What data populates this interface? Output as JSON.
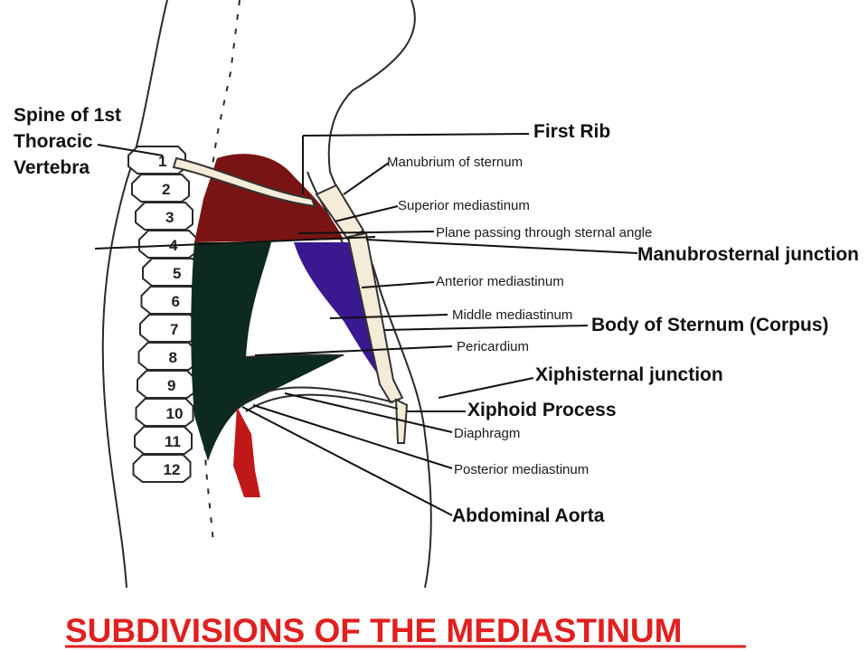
{
  "title": "SUBDIVISIONS OF THE MEDIASTINUM",
  "labels": {
    "spine_line1": "Spine of 1st",
    "spine_line2": "Thoracic",
    "spine_line3": "Vertebra",
    "first_rib": "First Rib",
    "manubrium": "Manubrium of sternum",
    "superior_mediastinum": "Superior mediastinum",
    "sternal_angle_plane": "Plane passing through sternal angle",
    "manubrosternal_junction": "Manubrosternal junction",
    "anterior_mediastinum": "Anterior mediastinum",
    "middle_mediastinum": "Middle mediastinum",
    "body_of_sternum": "Body of Sternum (Corpus)",
    "pericardium": "Pericardium",
    "xiphisternal_junction": "Xiphisternal junction",
    "xiphoid_process": "Xiphoid Process",
    "diaphragm": "Diaphragm",
    "posterior_mediastinum": "Posterior mediastinum",
    "abdominal_aorta": "Abdominal Aorta"
  },
  "vertebrae": [
    "1",
    "2",
    "3",
    "4",
    "5",
    "6",
    "7",
    "8",
    "9",
    "10",
    "11",
    "12"
  ],
  "colors": {
    "superior_mediastinum": "#7a1414",
    "posterior_mediastinum": "#0d2a1e",
    "anterior_mediastinum": "#3a1890",
    "aorta": "#c01818",
    "title": "#e02020"
  }
}
